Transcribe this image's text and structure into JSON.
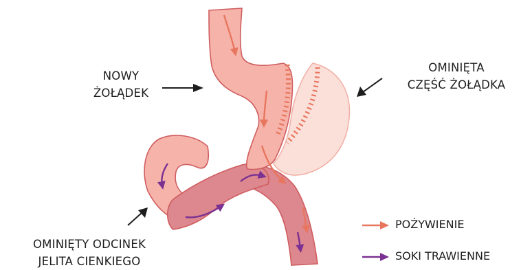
{
  "labels": {
    "new_stomach": [
      "NOWY",
      "ŻOŁĄDEK"
    ],
    "bypassed_stomach": [
      "OMINIĘTA",
      "CZĘŚĆ ŻOŁĄDKA"
    ],
    "bypassed_limb": [
      "OMINIĘTY ODCINEK",
      "JELITA CIENKIEGO"
    ]
  },
  "legend": [
    {
      "label": "POŻYWIENIE",
      "color": "#e8765e"
    },
    {
      "label": "SOKI TRAWIENNE",
      "color": "#7a3192"
    }
  ],
  "colors": {
    "new_pouch_fill": "#f6b3aa",
    "bypassed_stomach_fill": "#fbe0da",
    "bypassed_stomach_staples": "#e8765e",
    "roux_limb_fill": "#dd878f",
    "outline": "#cf5d5f",
    "arrows": "#1e1e1e"
  }
}
